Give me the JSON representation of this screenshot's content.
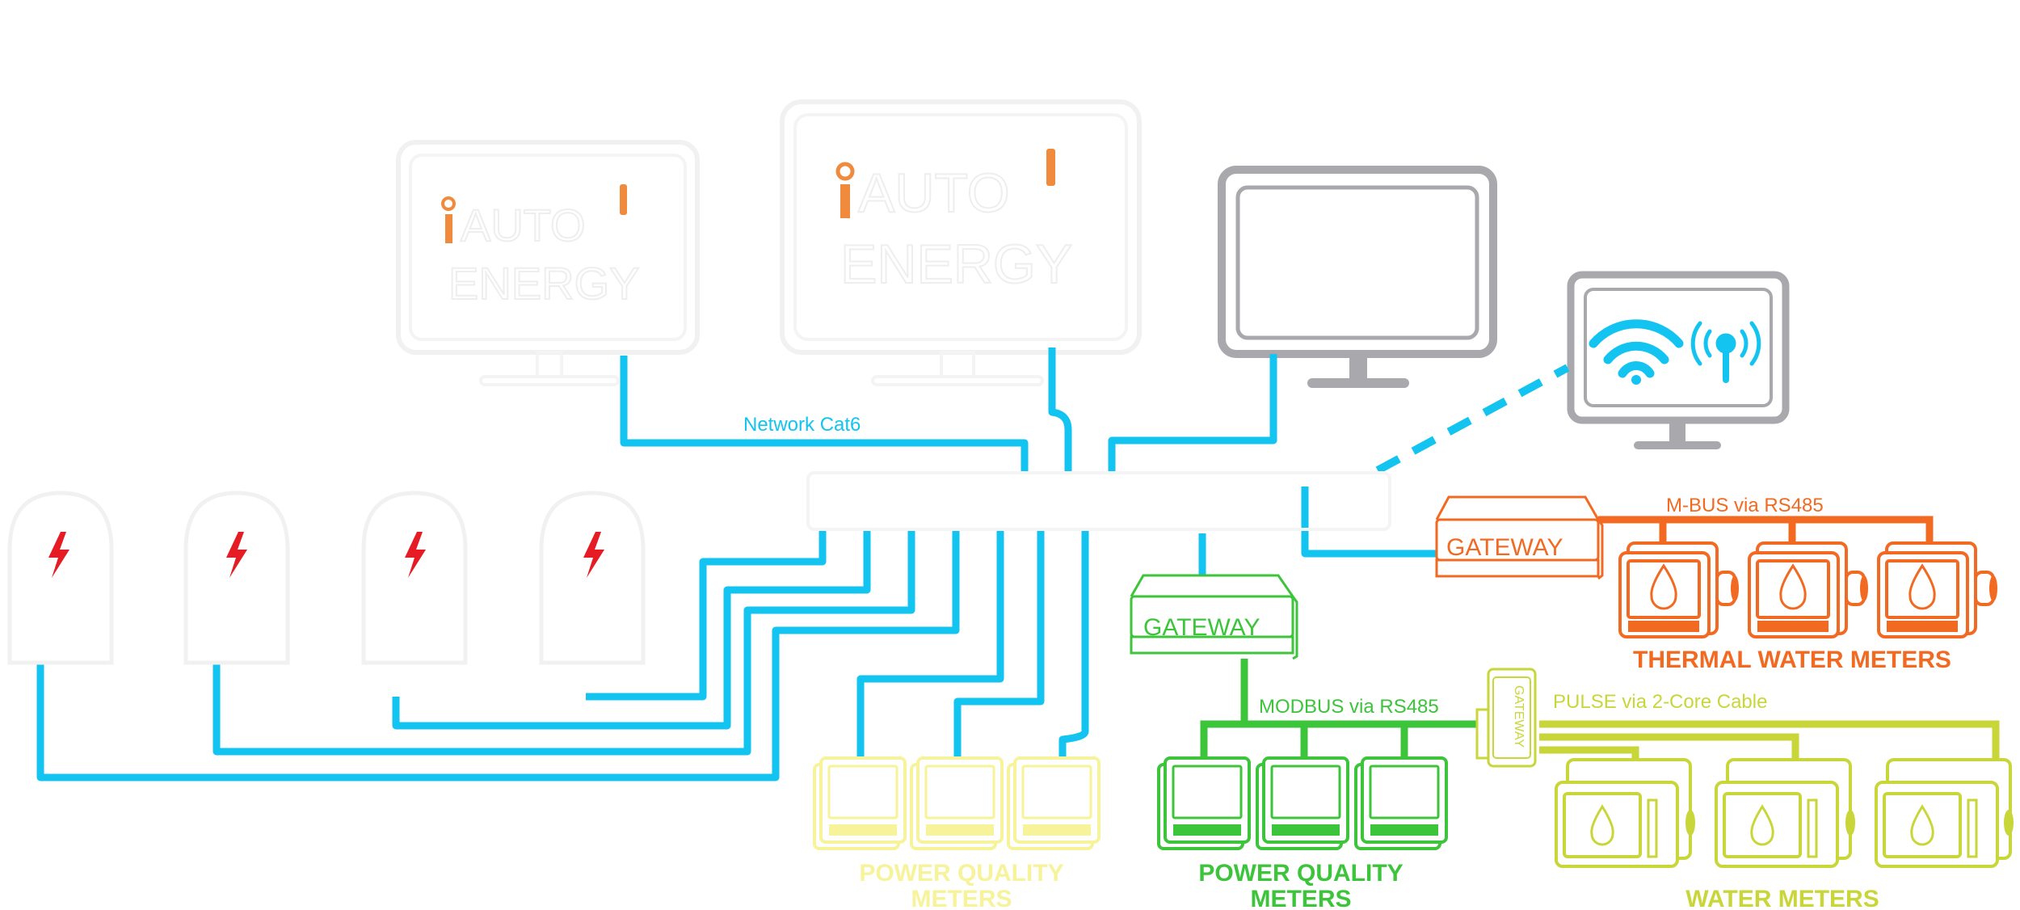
{
  "colors": {
    "network": "#12c4ef",
    "mbus": "#f26a22",
    "modbus": "#3cc43b",
    "pulse": "#c9d63a",
    "pq_yellow": "#f6f39a",
    "monitor": "#a8a8ad",
    "logo_orange": "#f08a3c",
    "ev_bolt": "#e51c23",
    "ghost": "#f1f1f1"
  },
  "logos": {
    "small": {
      "line1": "AUTO",
      "line2": "ENERGY"
    },
    "large": {
      "line1": "AUTO",
      "line2": "ENERGY"
    }
  },
  "labels": {
    "network": "Network Cat6",
    "mbus": "M-BUS via RS485",
    "modbus": "MODBUS via RS485",
    "pulse": "PULSE via 2-Core Cable",
    "gateway_orange": "GATEWAY",
    "gateway_green": "GATEWAY",
    "gateway_pulse": "GATEWAY",
    "thermal": "THERMAL WATER METERS",
    "pq_green_line1": "POWER QUALITY",
    "pq_green_line2": "METERS",
    "pq_yellow_line1": "POWER QUALITY",
    "pq_yellow_line2": "METERS",
    "water": "WATER METERS"
  },
  "icons": [
    "wifi-icon",
    "antenna-icon",
    "ev-charger-icon",
    "lightning-icon",
    "water-drop-icon"
  ]
}
